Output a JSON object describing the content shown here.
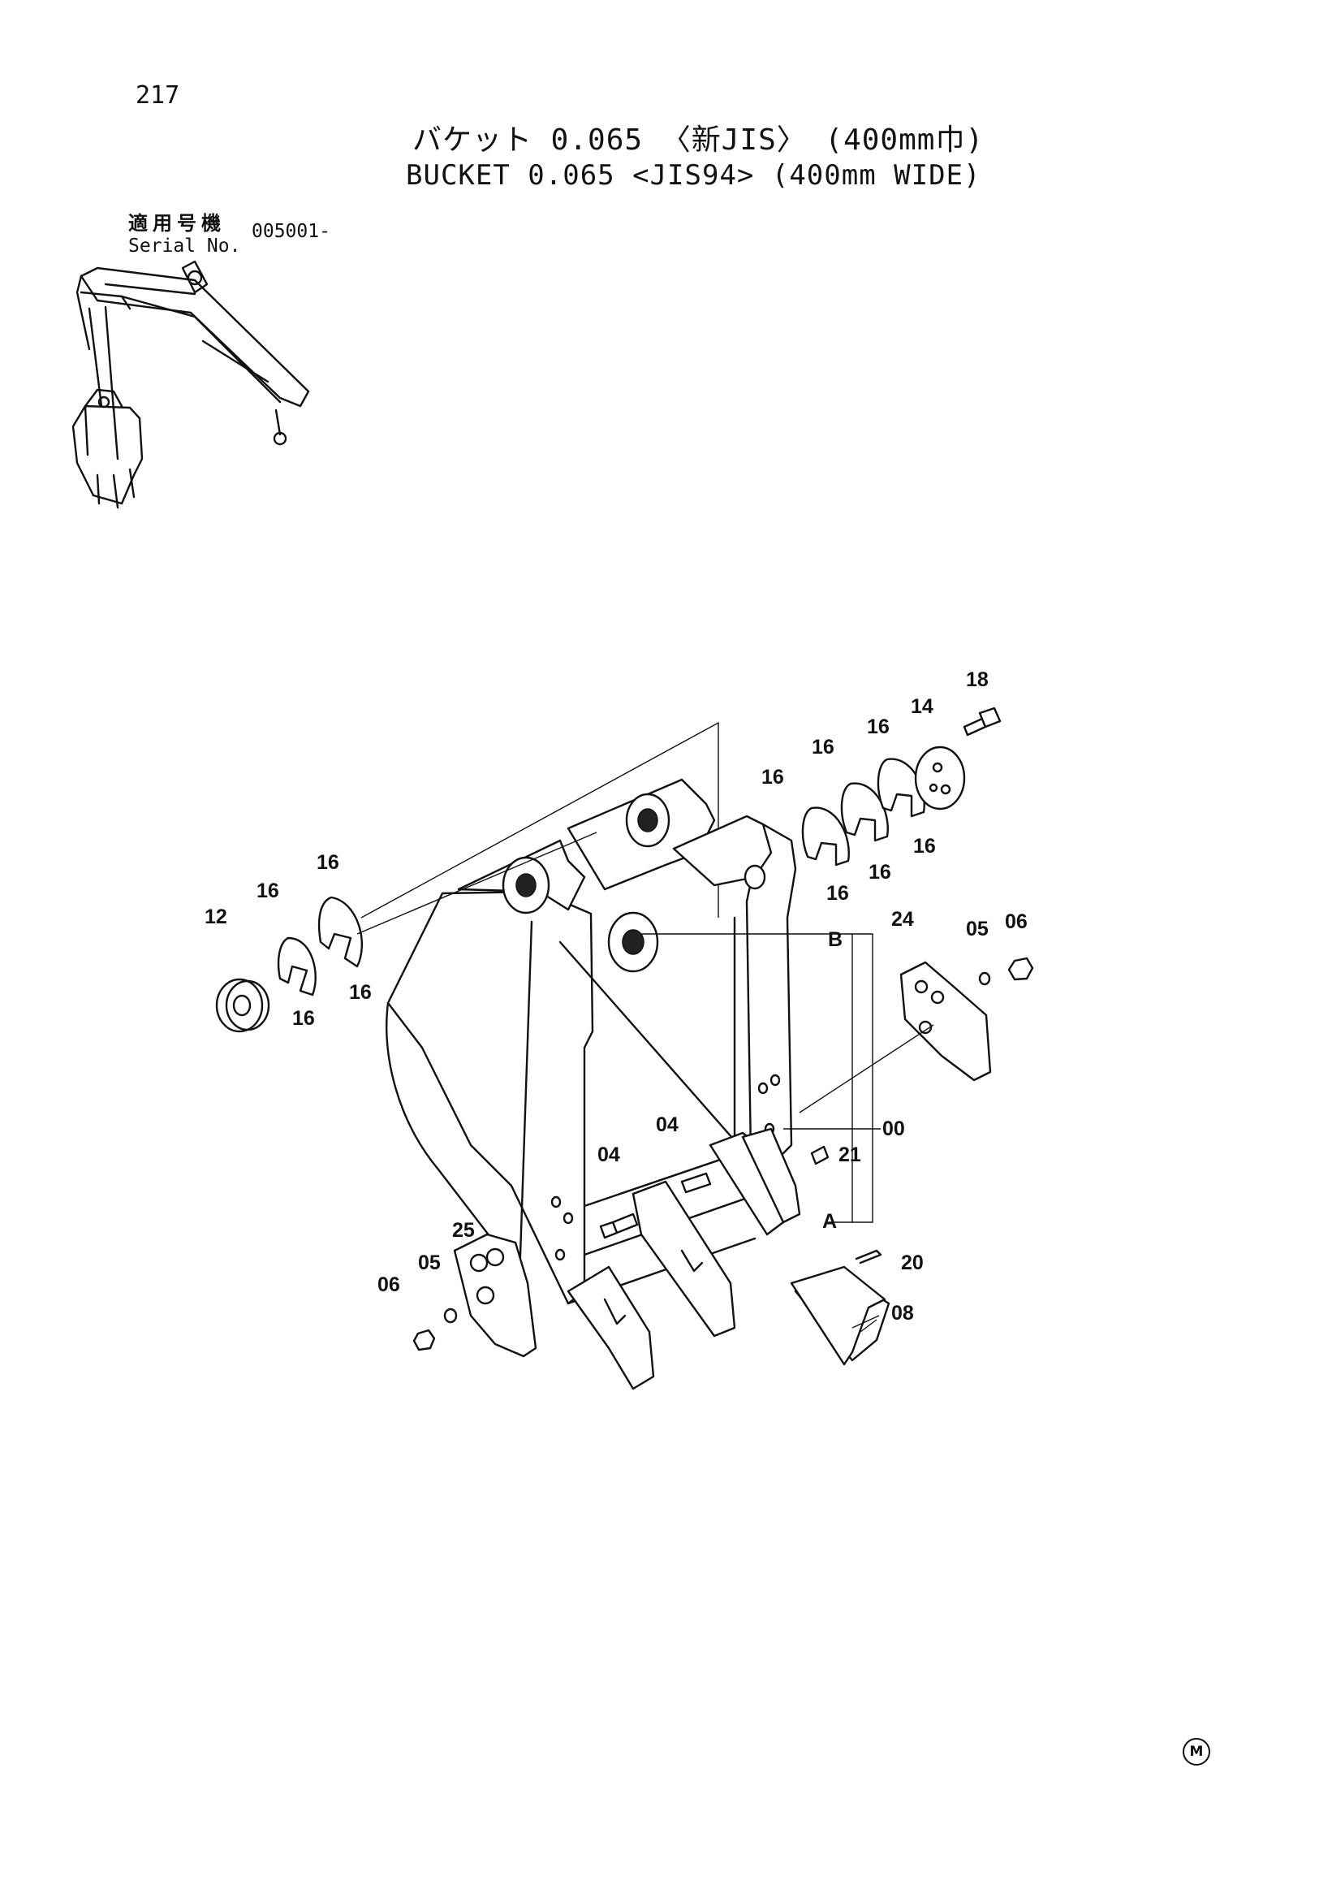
{
  "page": {
    "number": "217"
  },
  "title": {
    "japanese": "バケット 0.065 〈新JIS〉 (400mm巾)",
    "english": "BUCKET 0.065 <JIS94> (400mm WIDE)"
  },
  "serial": {
    "label_jp": "適用号機",
    "label_en": "Serial No.",
    "value": "005001-"
  },
  "callouts": {
    "p18": "18",
    "p14": "14",
    "p16a": "16",
    "p16b": "16",
    "p16c": "16",
    "p16d": "16",
    "p16e": "16",
    "p16f": "16",
    "p16g": "16",
    "p16h": "16",
    "p16i": "16",
    "p16j": "16",
    "p12": "12",
    "p24": "24",
    "p05a": "05",
    "p06a": "06",
    "pB": "B",
    "p00": "00",
    "p04a": "04",
    "p04b": "04",
    "p21": "21",
    "pA": "A",
    "p25": "25",
    "p05b": "05",
    "p06b": "06",
    "p20": "20",
    "p08": "08"
  },
  "footer": {
    "mark": "M"
  }
}
